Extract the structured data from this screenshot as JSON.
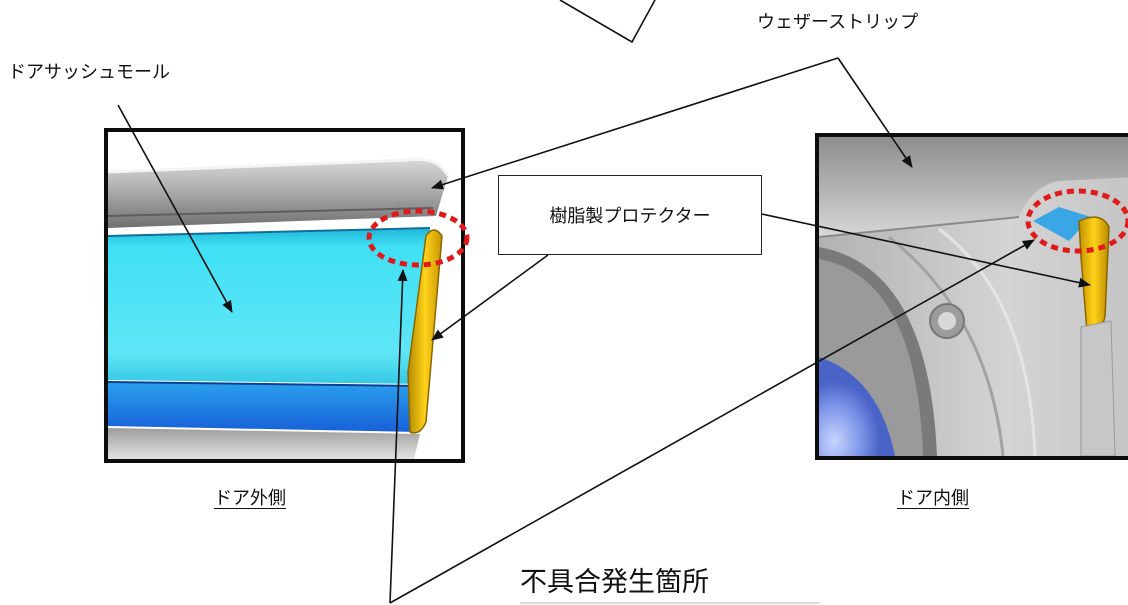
{
  "labels": {
    "weatherstrip": "ウェザーストリップ",
    "sash_moulding": "ドアサッシュモール",
    "resin_protector": "樹脂製プロテクター",
    "door_outer": "ドア外側",
    "door_inner": "ドア内側",
    "defect_location": "不具合発生箇所"
  },
  "colors": {
    "moulding": "#3fdcf0",
    "moulding_lower": "#1f76e6",
    "protector": "#f2c200",
    "weatherstrip": "#9a9a9a",
    "defect_marker": "#e0191b",
    "frame": "#0d0d0d"
  }
}
